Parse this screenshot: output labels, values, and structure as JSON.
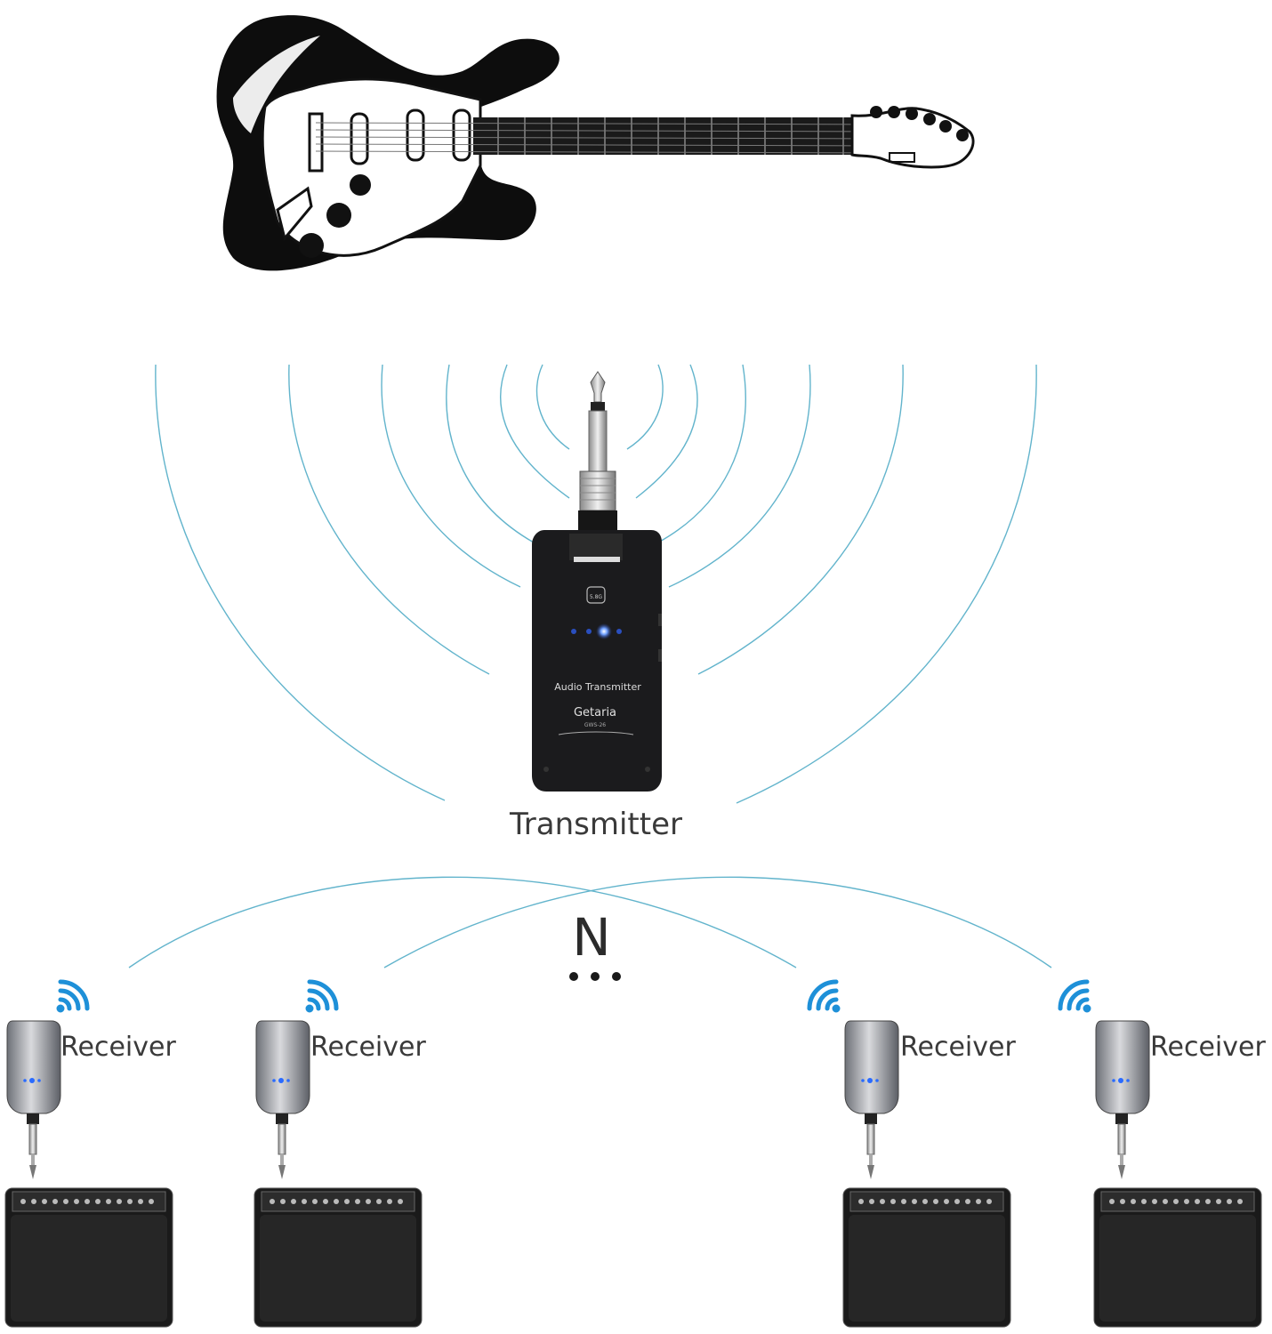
{
  "labels": {
    "transmitter": "Transmitter",
    "receiver": "Receiver",
    "count": "N"
  },
  "device": {
    "name": "Audio Transmitter",
    "brand": "Getaria",
    "model": "GWS-26",
    "badge": "5.8G"
  },
  "colors": {
    "wave": "#62b4cc",
    "signal_icon": "#1e90d8",
    "device_body": "#1b1b1d",
    "led": "#2a6bff"
  },
  "icons": [
    "guitar-icon",
    "jack-plug-icon",
    "wifi-icon",
    "amplifier-icon"
  ]
}
